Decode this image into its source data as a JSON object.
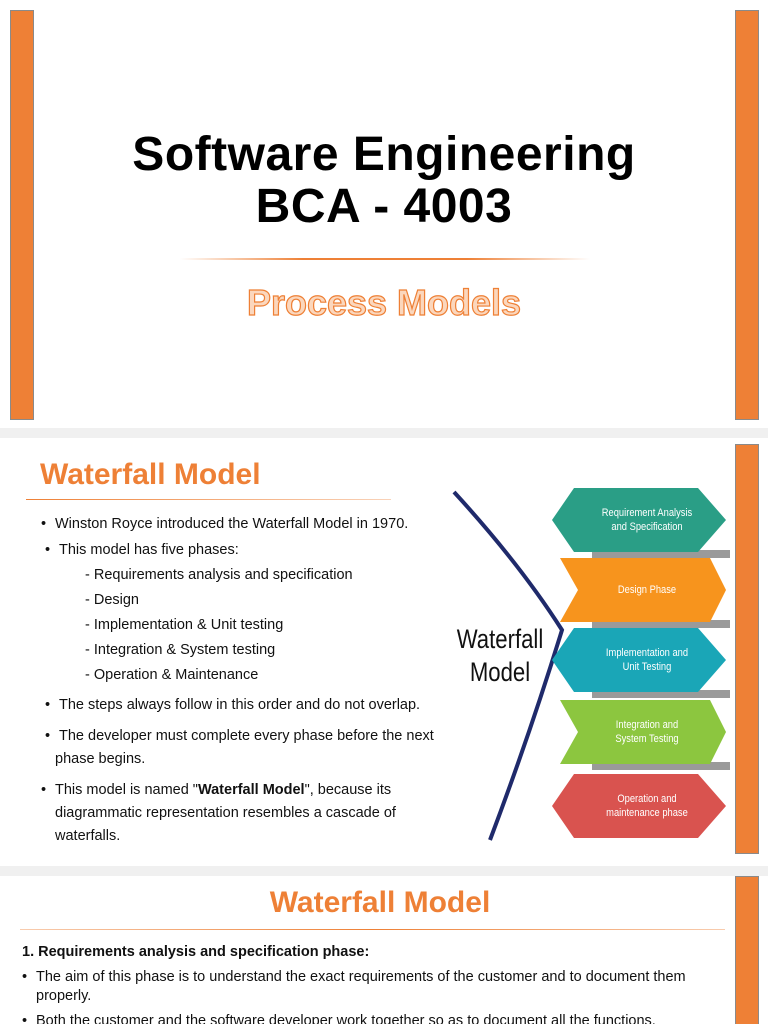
{
  "slide1": {
    "title_line1": "Software Engineering",
    "title_line2": "BCA - 4003",
    "subtitle": "Process Models"
  },
  "slide2": {
    "heading": "Waterfall Model",
    "bullets": [
      "Winston Royce introduced the Waterfall Model in 1970.",
      "This model has five phases:"
    ],
    "phases": [
      "- Requirements analysis and specification",
      "- Design",
      "- Implementation & Unit testing",
      "- Integration & System testing",
      "- Operation & Maintenance"
    ],
    "bullet_order": "The steps always follow in this order and do not overlap.",
    "bullet_dev_line1": "The developer must complete every phase before the next",
    "bullet_dev_line2": "phase begins.",
    "bullet_named_pre": "This model is named \"",
    "bullet_named_bold": "Waterfall Model",
    "bullet_named_post": "\", because its",
    "bullet_named_line2": "diagrammatic representation resembles a cascade of",
    "bullet_named_line3": "waterfalls.",
    "diagram": {
      "center_label_line1": "Waterfall",
      "center_label_line2": "Model",
      "phases": [
        {
          "line1": "Requirement Analysis",
          "line2": "and Specification",
          "color": "#2a9e86"
        },
        {
          "line1": "Design Phase",
          "line2": "",
          "color": "#f7941d"
        },
        {
          "line1": "Implementation and",
          "line2": "Unit Testing",
          "color": "#1aa6b7"
        },
        {
          "line1": "Integration and",
          "line2": "System Testing",
          "color": "#8cc63f"
        },
        {
          "line1": "Operation and",
          "line2": "maintenance phase",
          "color": "#d9534f"
        }
      ]
    }
  },
  "slide3": {
    "heading": "Waterfall Model",
    "section_title": "1. Requirements analysis and specification phase:",
    "b1_line1": "The aim of this phase is to understand the exact requirements of the customer and to document them",
    "b1_line2": "properly.",
    "b2_line1": "Both the customer and the software developer work together so as to document all the functions,"
  },
  "colors": {
    "accent": "#ee8036"
  }
}
